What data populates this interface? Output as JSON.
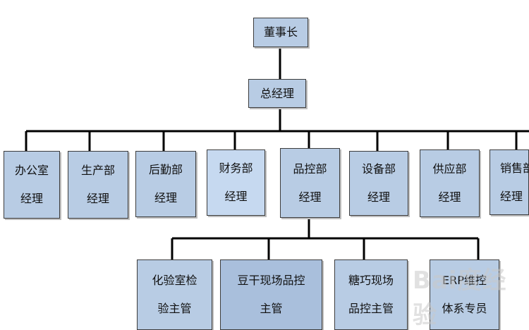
{
  "chairman": "董事长",
  "general_manager": "总经理",
  "departments": [
    {
      "name": "办公室",
      "role": "经理"
    },
    {
      "name": "生产部",
      "role": "经理"
    },
    {
      "name": "后勤部",
      "role": "经理"
    },
    {
      "name": "财务部",
      "role": "经理"
    },
    {
      "name": "品控部",
      "role": "经理"
    },
    {
      "name": "设备部",
      "role": "经理"
    },
    {
      "name": "供应部",
      "role": "经理"
    },
    {
      "name": "销售部",
      "role": "经理"
    }
  ],
  "qc_subordinates": [
    {
      "line1": "化验室检",
      "line2": "验主管"
    },
    {
      "line1": "豆干现场品控",
      "line2": "主管"
    },
    {
      "line1": "糖巧现场",
      "line2": "品控主管"
    },
    {
      "line1": "ERP维控",
      "line2": "体系专员"
    }
  ],
  "watermark": "Bai度经验",
  "colors": {
    "box_fill": "#b8cce4",
    "border": "#3c3c3c",
    "line": "#000000"
  }
}
